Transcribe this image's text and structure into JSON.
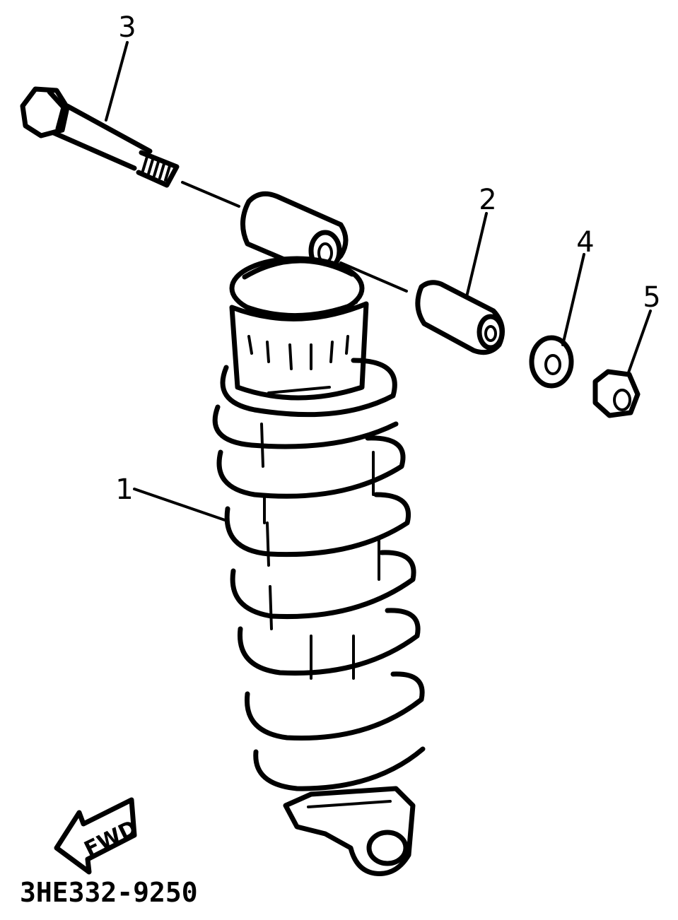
{
  "diagram": {
    "code": "3HE332-9250",
    "direction_label": "FWD",
    "callouts": [
      {
        "label": "1"
      },
      {
        "label": "2"
      },
      {
        "label": "3"
      },
      {
        "label": "4"
      },
      {
        "label": "5"
      }
    ]
  }
}
